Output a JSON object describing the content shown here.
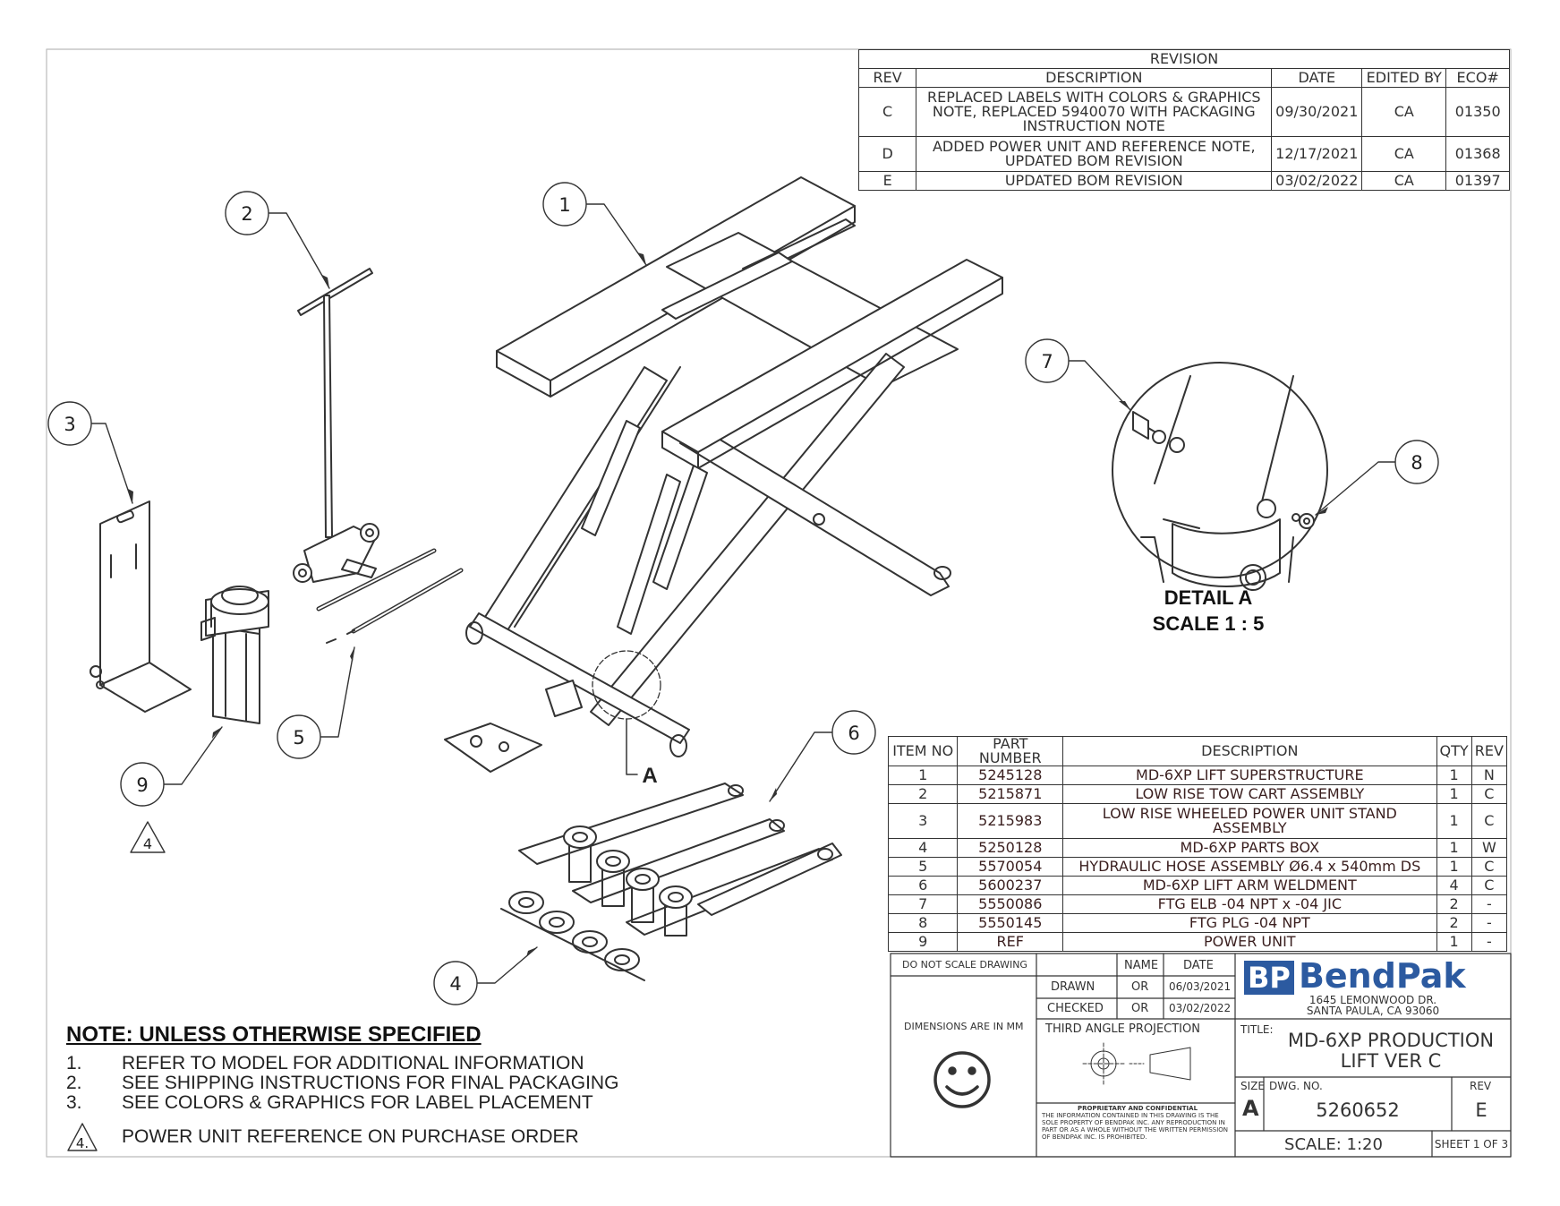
{
  "revision_table": {
    "title": "REVISION",
    "headers": [
      "REV",
      "DESCRIPTION",
      "DATE",
      "EDITED BY",
      "ECO#"
    ],
    "rows": [
      {
        "rev": "C",
        "description": "REPLACED LABELS WITH COLORS & GRAPHICS NOTE, REPLACED 5940070 WITH PACKAGING INSTRUCTION NOTE",
        "date": "09/30/2021",
        "edited_by": "CA",
        "eco": "01350"
      },
      {
        "rev": "D",
        "description": "ADDED POWER UNIT AND REFERENCE NOTE, UPDATED BOM REVISION",
        "date": "12/17/2021",
        "edited_by": "CA",
        "eco": "01368"
      },
      {
        "rev": "E",
        "description": "UPDATED BOM REVISION",
        "date": "03/02/2022",
        "edited_by": "CA",
        "eco": "01397"
      }
    ]
  },
  "bom_table": {
    "headers": [
      "ITEM NO",
      "PART NUMBER",
      "DESCRIPTION",
      "QTY",
      "REV"
    ],
    "rows": [
      {
        "item": "1",
        "part": "5245128",
        "description": "MD-6XP LIFT SUPERSTRUCTURE",
        "qty": "1",
        "rev": "N"
      },
      {
        "item": "2",
        "part": "5215871",
        "description": "LOW RISE TOW CART ASSEMBLY",
        "qty": "1",
        "rev": "C"
      },
      {
        "item": "3",
        "part": "5215983",
        "description": "LOW RISE WHEELED POWER UNIT STAND ASSEMBLY",
        "qty": "1",
        "rev": "C"
      },
      {
        "item": "4",
        "part": "5250128",
        "description": "MD-6XP PARTS BOX",
        "qty": "1",
        "rev": "W"
      },
      {
        "item": "5",
        "part": "5570054",
        "description": "HYDRAULIC HOSE ASSEMBLY Ø6.4 x 540mm DS",
        "qty": "1",
        "rev": "C"
      },
      {
        "item": "6",
        "part": "5600237",
        "description": "MD-6XP LIFT ARM WELDMENT",
        "qty": "4",
        "rev": "C"
      },
      {
        "item": "7",
        "part": "5550086",
        "description": "FTG ELB -04 NPT x -04 JIC",
        "qty": "2",
        "rev": "-"
      },
      {
        "item": "8",
        "part": "5550145",
        "description": "FTG PLG -04 NPT",
        "qty": "2",
        "rev": "-"
      },
      {
        "item": "9",
        "part": "REF",
        "description": "POWER UNIT",
        "qty": "1",
        "rev": "-"
      }
    ]
  },
  "callouts": [
    "1",
    "2",
    "3",
    "4",
    "5",
    "6",
    "7",
    "8",
    "9"
  ],
  "reference_note_marker": "4",
  "detail_ref": "A",
  "detail": {
    "title": "DETAIL A",
    "scale": "SCALE 1 : 5"
  },
  "notes": {
    "title": "NOTE: UNLESS OTHERWISE SPECIFIED",
    "items": [
      {
        "num": "1.",
        "text": "REFER TO MODEL FOR ADDITIONAL INFORMATION"
      },
      {
        "num": "2.",
        "text": "SEE SHIPPING INSTRUCTIONS FOR FINAL PACKAGING"
      },
      {
        "num": "3.",
        "text": "SEE COLORS & GRAPHICS FOR LABEL PLACEMENT"
      },
      {
        "num": "4.",
        "text": "POWER UNIT REFERENCE ON PURCHASE ORDER"
      }
    ]
  },
  "title_block": {
    "do_not_scale": "DO NOT SCALE DRAWING",
    "name_header": "NAME",
    "date_header": "DATE",
    "drawn_label": "DRAWN",
    "drawn_name": "OR",
    "drawn_date": "06/03/2021",
    "checked_label": "CHECKED",
    "checked_name": "OR",
    "checked_date": "03/02/2022",
    "dimensions_note": "DIMENSIONS ARE IN MM",
    "projection": "THIRD ANGLE PROJECTION",
    "proprietary_title": "PROPRIETARY AND CONFIDENTIAL",
    "proprietary_text": "THE INFORMATION CONTAINED IN THIS DRAWING IS THE SOLE PROPERTY OF BENDPAK INC. ANY REPRODUCTION IN PART OR AS A WHOLE WITHOUT THE WRITTEN PERMISSION OF BENDPAK INC. IS PROHIBITED.",
    "logo_mark": "BP",
    "logo_text": "BendPak",
    "address_1": "1645 LEMONWOOD DR.",
    "address_2": "SANTA PAULA, CA 93060",
    "title_label": "TITLE:",
    "title_line_1": "MD-6XP PRODUCTION",
    "title_line_2": "LIFT VER C",
    "size_label": "SIZE",
    "size": "A",
    "dwg_label": "DWG.  NO.",
    "dwg_no": "5260652",
    "rev_label": "REV",
    "rev": "E",
    "scale": "SCALE: 1:20",
    "sheet": "SHEET 1 OF 3"
  },
  "colors": {
    "line": "#333333",
    "logo_blue": "#2c5aa0",
    "bom_text": "#3a1f1f"
  }
}
